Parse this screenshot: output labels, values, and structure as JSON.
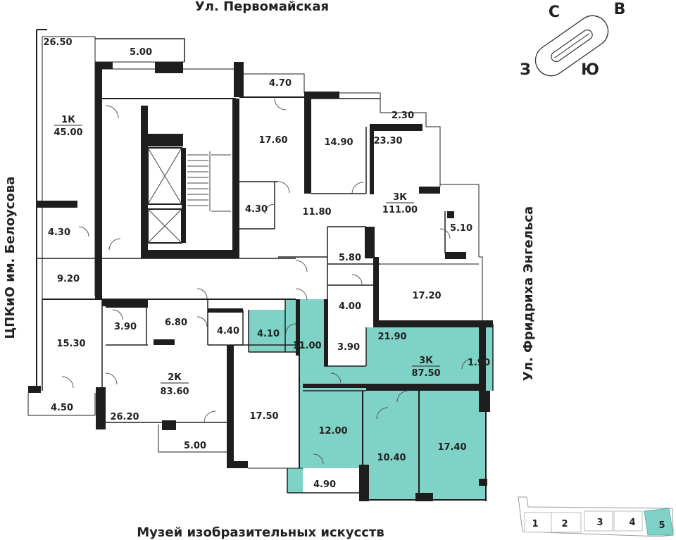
{
  "streets": {
    "top": "Ул. Первомайская",
    "bottom": "Музей изобразительных искусств",
    "left": "ЦПКиО им. Белоусова",
    "right": "Ул. Фридриха Энгельса"
  },
  "compass": {
    "north": "С",
    "east": "В",
    "south": "Ю",
    "west": "З"
  },
  "apartments": [
    {
      "id": "1k",
      "type": "1К",
      "area": "45.00"
    },
    {
      "id": "2k",
      "type": "2К",
      "area": "83.60"
    },
    {
      "id": "3k-a",
      "type": "3К",
      "area": "111.00"
    },
    {
      "id": "3k-b",
      "type": "3К",
      "area": "87.50",
      "selected": true
    }
  ],
  "rooms": [
    "26.50",
    "5.00",
    "4.70",
    "17.60",
    "14.90",
    "2.30",
    "23.30",
    "4.30",
    "11.80",
    "5.10",
    "4.30",
    "9.20",
    "5.80",
    "17.20",
    "4.00",
    "15.30",
    "3.90",
    "6.80",
    "4.40",
    "4.10",
    "11.00",
    "3.90",
    "21.90",
    "1.90",
    "4.50",
    "26.20",
    "5.00",
    "17.50",
    "12.00",
    "10.40",
    "17.40",
    "4.90"
  ],
  "sections": [
    "1",
    "2",
    "3",
    "4",
    "5"
  ],
  "active_section": "5",
  "colors": {
    "selected": "#7fd3c6",
    "wall": "#1e1e1e"
  }
}
